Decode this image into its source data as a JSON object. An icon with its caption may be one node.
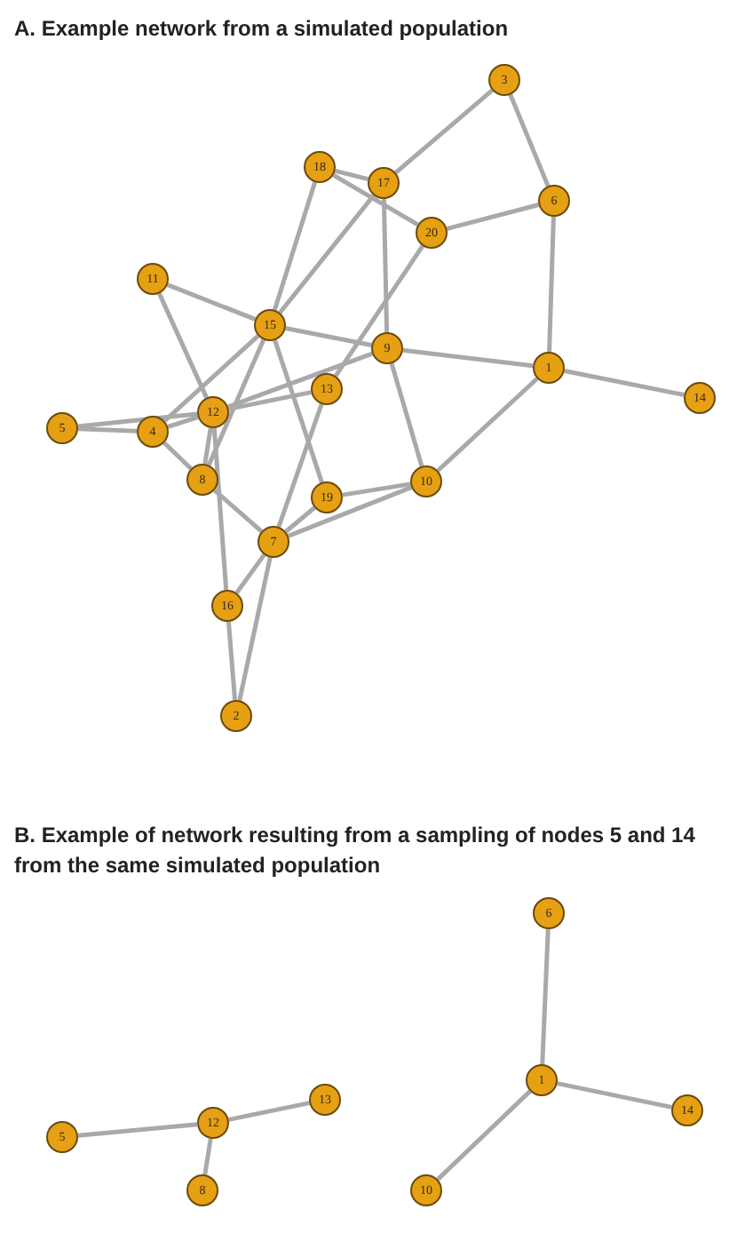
{
  "diagram": {
    "nodes": [
      {
        "text": [
          "3"
        ]
      },
      {
        "text": [
          "18"
        ]
      },
      {
        "text": [
          "17"
        ]
      },
      {
        "text": [
          "6"
        ]
      },
      {
        "text": [
          "20"
        ]
      },
      {
        "text": [
          "11"
        ]
      },
      {
        "text": [
          "15"
        ]
      },
      {
        "text": [
          "9"
        ]
      },
      {
        "text": [
          "1"
        ]
      },
      {
        "text": [
          "14"
        ]
      },
      {
        "text": [
          "13"
        ]
      },
      {
        "text": [
          "12"
        ]
      },
      {
        "text": [
          "5"
        ]
      },
      {
        "text": [
          "4"
        ]
      },
      {
        "text": [
          "8"
        ]
      },
      {
        "text": [
          "10"
        ]
      },
      {
        "text": [
          "19"
        ]
      },
      {
        "text": [
          "7"
        ]
      },
      {
        "text": [
          "16"
        ]
      },
      {
        "text": [
          "2"
        ]
      },
      {
        "text": [
          "6"
        ]
      },
      {
        "text": [
          "1"
        ]
      },
      {
        "text": [
          "13"
        ]
      },
      {
        "text": [
          "12"
        ]
      },
      {
        "text": [
          "14"
        ]
      },
      {
        "text": [
          "5"
        ]
      },
      {
        "text": [
          "8"
        ]
      },
      {
        "text": [
          "10"
        ]
      }
    ],
    "edges": [
      {
        "from": 0,
        "to": 2,
        "arrow": "none"
      },
      {
        "from": 0,
        "to": 3,
        "arrow": "none"
      },
      {
        "from": 1,
        "to": 2,
        "arrow": "none"
      },
      {
        "from": 1,
        "to": 4,
        "arrow": "none"
      },
      {
        "from": 1,
        "to": 6,
        "arrow": "none"
      },
      {
        "from": 2,
        "to": 6,
        "arrow": "none"
      },
      {
        "from": 2,
        "to": 7,
        "arrow": "none"
      },
      {
        "from": 4,
        "to": 3,
        "arrow": "none"
      },
      {
        "from": 4,
        "to": 10,
        "arrow": "none"
      },
      {
        "from": 3,
        "to": 8,
        "arrow": "none"
      },
      {
        "from": 5,
        "to": 6,
        "arrow": "none"
      },
      {
        "from": 5,
        "to": 11,
        "arrow": "none"
      },
      {
        "from": 6,
        "to": 7,
        "arrow": "none"
      },
      {
        "from": 6,
        "to": 13,
        "arrow": "none"
      },
      {
        "from": 6,
        "to": 14,
        "arrow": "none"
      },
      {
        "from": 6,
        "to": 16,
        "arrow": "none"
      },
      {
        "from": 7,
        "to": 8,
        "arrow": "none"
      },
      {
        "from": 7,
        "to": 15,
        "arrow": "none"
      },
      {
        "from": 7,
        "to": 11,
        "arrow": "none"
      },
      {
        "from": 10,
        "to": 11,
        "arrow": "none"
      },
      {
        "from": 10,
        "to": 17,
        "arrow": "none"
      },
      {
        "from": 8,
        "to": 9,
        "arrow": "none"
      },
      {
        "from": 8,
        "to": 15,
        "arrow": "none"
      },
      {
        "from": 12,
        "to": 11,
        "arrow": "none"
      },
      {
        "from": 12,
        "to": 13,
        "arrow": "none"
      },
      {
        "from": 13,
        "to": 11,
        "arrow": "none"
      },
      {
        "from": 13,
        "to": 14,
        "arrow": "none"
      },
      {
        "from": 11,
        "to": 14,
        "arrow": "none"
      },
      {
        "from": 11,
        "to": 18,
        "arrow": "none"
      },
      {
        "from": 14,
        "to": 17,
        "arrow": "none"
      },
      {
        "from": 17,
        "to": 16,
        "arrow": "none"
      },
      {
        "from": 17,
        "to": 15,
        "arrow": "none"
      },
      {
        "from": 16,
        "to": 15,
        "arrow": "none"
      },
      {
        "from": 17,
        "to": 18,
        "arrow": "none"
      },
      {
        "from": 17,
        "to": 19,
        "arrow": "none"
      },
      {
        "from": 18,
        "to": 19,
        "arrow": "none"
      },
      {
        "from": 25,
        "to": 23,
        "arrow": "none"
      },
      {
        "from": 23,
        "to": 22,
        "arrow": "none"
      },
      {
        "from": 23,
        "to": 26,
        "arrow": "none"
      },
      {
        "from": 20,
        "to": 21,
        "arrow": "none"
      },
      {
        "from": 21,
        "to": 24,
        "arrow": "none"
      },
      {
        "from": 21,
        "to": 27,
        "arrow": "none"
      }
    ],
    "labels": [
      "A. Example network from a simulated population",
      "B. Example of network resulting from a sampling of nodes 5 and 14 from the same simulated population"
    ]
  }
}
